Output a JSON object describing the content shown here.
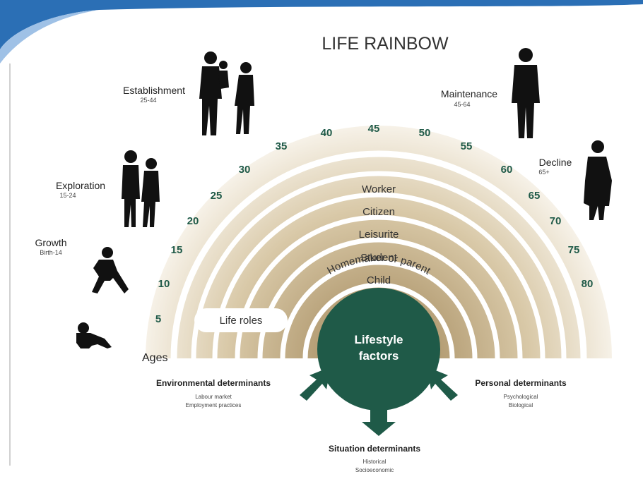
{
  "title": "LIFE RAINBOW",
  "stages": [
    {
      "name": "Establishment",
      "range": "25-44"
    },
    {
      "name": "Maintenance",
      "range": "45-64"
    },
    {
      "name": "Exploration",
      "range": "15-24"
    },
    {
      "name": "Decline",
      "range": "65+"
    },
    {
      "name": "Growth",
      "range": "Birth-14"
    }
  ],
  "ages": [
    "5",
    "10",
    "15",
    "20",
    "25",
    "30",
    "35",
    "40",
    "45",
    "50",
    "55",
    "60",
    "65",
    "70",
    "75",
    "80"
  ],
  "ages_label": "Ages",
  "life_roles_label": "Life roles",
  "roles": [
    "Homemaker or parent",
    "Worker",
    "Citizen",
    "Leisurite",
    "Student",
    "Child"
  ],
  "center": {
    "line1": "Lifestyle",
    "line2": "factors"
  },
  "determinants": {
    "environmental": {
      "title": "Environmental determinants",
      "items": [
        "Labour market",
        "Employment practices"
      ]
    },
    "personal": {
      "title": "Personal determinants",
      "items": [
        "Psychological",
        "Biological"
      ]
    },
    "situation": {
      "title": "Situation determinants",
      "items": [
        "Historical",
        "Socioeconomic"
      ]
    }
  },
  "colors": {
    "green": "#1f5a48",
    "arc": "#c9b58f",
    "arc_light": "#ede4d2",
    "header": "#2b6fb5"
  }
}
